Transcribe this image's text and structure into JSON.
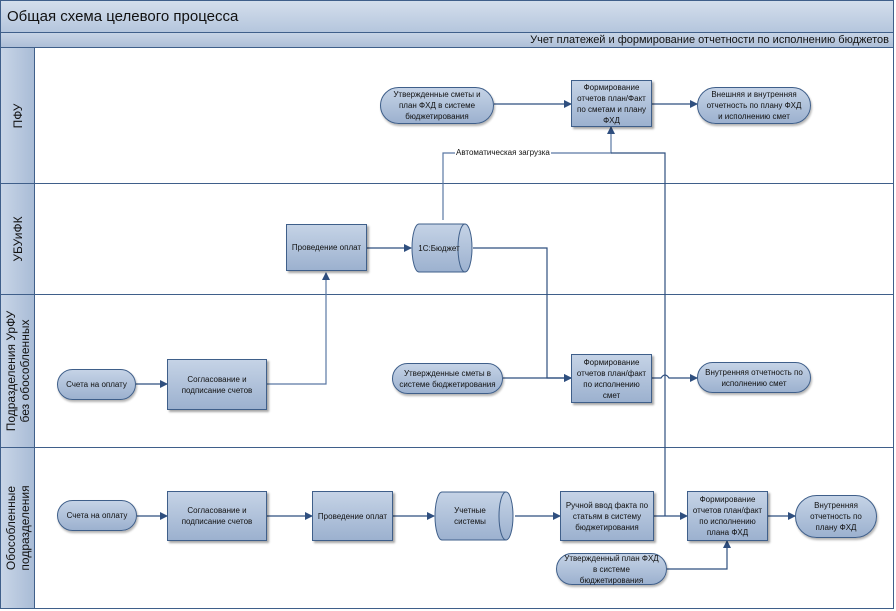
{
  "header": {
    "title": "Общая схема целевого процесса",
    "subtitle": "Учет платежей и формирование отчетности по исполнению бюджетов"
  },
  "lanes": [
    {
      "label": "ПФУ"
    },
    {
      "label": "УБУиФК"
    },
    {
      "label_line1": "Подразделения УрФУ",
      "label_line2": "без обособленных"
    },
    {
      "label_line1": "Обособленные",
      "label_line2": "подразделения"
    }
  ],
  "shapes": {
    "pfu_approved_estimates": "Утвержденные сметы и план ФХД в системе бюджетирования",
    "pfu_form_reports": "Формирование отчетов план/Факт по сметам и плану ФХД",
    "pfu_reporting": "Внешняя и внутренняя отчетность по плану ФХД и исполнению смет",
    "ubu_payments": "Проведение оплат",
    "ubu_1c": "1С:Бюджет",
    "urfu_invoices": "Счета на оплату",
    "urfu_approval": "Согласование и подписание счетов",
    "urfu_approved_estimates": "Утвержденные сметы в системе бюджетирования",
    "urfu_form_reports": "Формирование отчетов план/факт по исполнению смет",
    "urfu_reporting": "Внутренняя отчетность по исполнению смет",
    "sep_invoices": "Счета на оплату",
    "sep_approval": "Согласование и подписание счетов",
    "sep_payments": "Проведение оплат",
    "sep_accounting": "Учетные системы",
    "sep_manual_entry": "Ручной ввод факта по статьям в систему бюджетирования",
    "sep_form_reports": "Формирование отчетов план/факт по исполнению плана ФХД",
    "sep_reporting": "Внутренняя отчетность по плану ФХД",
    "sep_approved_plan": "Утвержденный план ФХД в системе бюджетирования"
  },
  "connectors": {
    "auto_load_label": "Автоматическая загрузка"
  }
}
